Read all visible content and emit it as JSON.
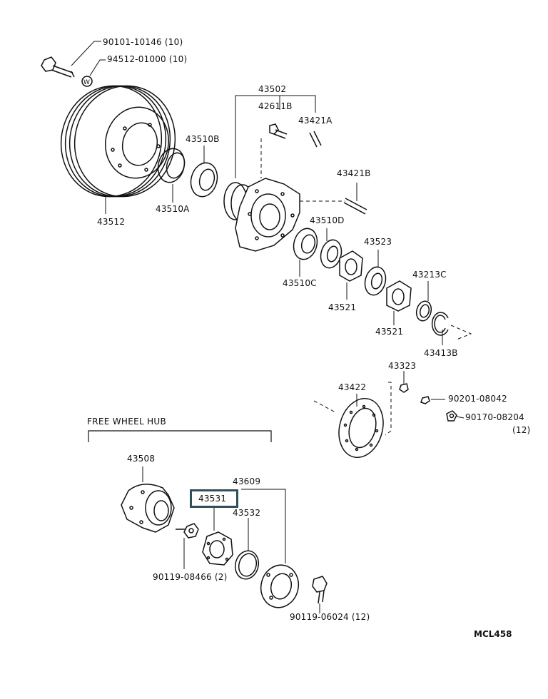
{
  "section_title": "FREE WHEEL HUB",
  "drawing_code": "MCL458",
  "highlight_color": "#2f4f5a",
  "labels": {
    "p90101": "90101-10146 (10)",
    "p94512": "94512-01000 (10)",
    "p43502": "43502",
    "p42611b": "42611B",
    "p43421a": "43421A",
    "p43510b": "43510B",
    "p43510a": "43510A",
    "p43512": "43512",
    "p43421b": "43421B",
    "p43510d": "43510D",
    "p43523": "43523",
    "p43510c": "43510C",
    "p43213c": "43213C",
    "p43521a": "43521",
    "p43521b": "43521",
    "p43413b": "43413B",
    "p43323": "43323",
    "p43422": "43422",
    "p90201": "90201-08042",
    "p90170": "90170-08204",
    "p90170q": "(12)",
    "p43508": "43508",
    "p43609": "43609",
    "p43531": "43531",
    "p43532": "43532",
    "p90119a": "90119-08466 (2)",
    "p90119b": "90119-06024 (12)"
  }
}
